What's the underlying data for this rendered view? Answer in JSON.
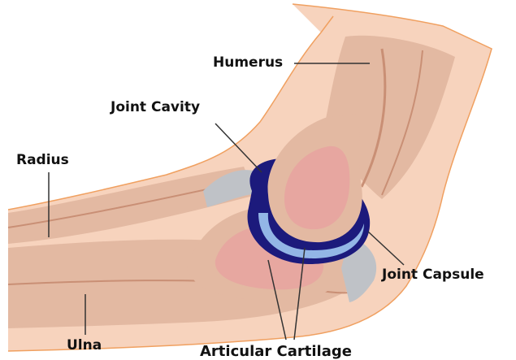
{
  "labels": {
    "humerus": "Humerus",
    "joint_cavity": "Joint Cavity",
    "radius": "Radius",
    "joint_capsule": "Joint Capsule",
    "ulna": "Ulna",
    "articular_cartilage": "Articular Cartilage"
  },
  "colors": {
    "skin": "#f7d3bd",
    "skin_edge": "#f0a060",
    "bone": "#e3b9a2",
    "bone_dark": "#c98f75",
    "marrow": "#e7a2a0",
    "capsule": "#1c1a7c",
    "cartilage": "#93b6e6",
    "ligament": "#bfc2c7",
    "leader_line": "#333333"
  }
}
